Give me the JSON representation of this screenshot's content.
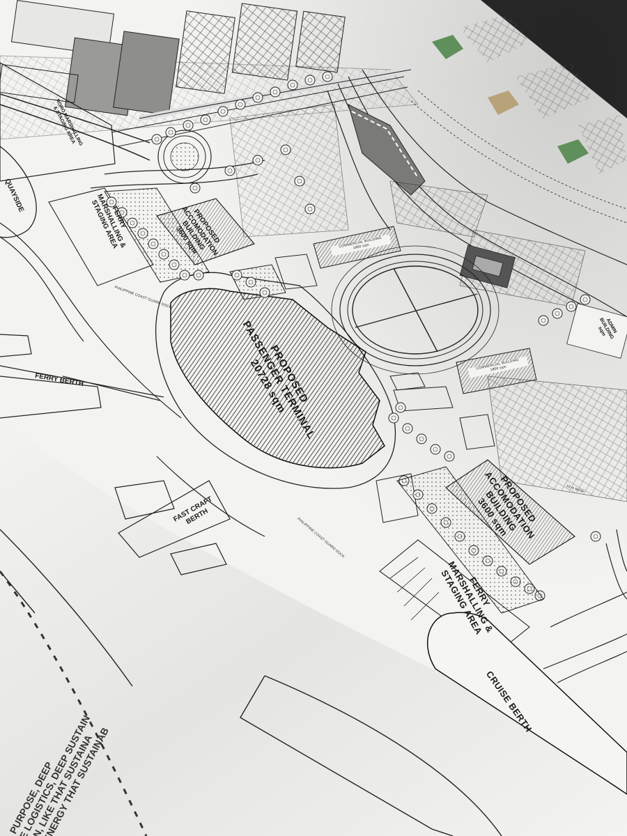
{
  "labels": {
    "passenger_terminal": "PROPOSED\nPASSENGER TERMINAL\n20728 sqm",
    "accommodation_lower": "PROPOSED\nACCOMODATION\nBUILDING\n3600 sqm",
    "accommodation_upper": "PROPOSED\nACCOMODATION\nBUILDING\n3600 sqm",
    "ferry_marshalling_lower": "FERRY\nMARSHALLING &\nSTAGING AREA",
    "ferry_marshalling_upper": "FERRY\nMARSHALLING &\nSTAGING AREA",
    "cruise_berth": "CRUISE BERTH",
    "ferry_berth": "FERRY BERTH",
    "fast_craft_berth": "FAST CRAFT\nBERTH",
    "quayside": "QUAYSIDE",
    "roro_marshalling": "RORO MARSHALLING\n& STAGING AREA",
    "coast_guard_dock_lower": "PHILIPPINE COAST GUARD DOCK",
    "coast_guard_dock_upper": "PHILIPPINE COAST GUARD DOCK",
    "admin_building": "ADMIN\nBUILDING\nsqm",
    "commercial_building_1": "COMMERCIAL BUILDING\n1800 sqm",
    "commercial_building_2": "COMMERCIAL BUILDING\n1800 sqm",
    "row_10m": "10 m ROW",
    "side_text": "PURPOSE, DEEP\nE LOGISTICS, DEEP SUSTAIN\nON, LIKE THAT SUSTAINA\nL ENERGY THAT SUSTAINAB"
  },
  "colors": {
    "paper": "#f3f3f1",
    "ink": "#1a1a1a",
    "background": "#2b2b2b",
    "accent_green": "#5f8f5a",
    "accent_tan": "#b8a27a"
  }
}
